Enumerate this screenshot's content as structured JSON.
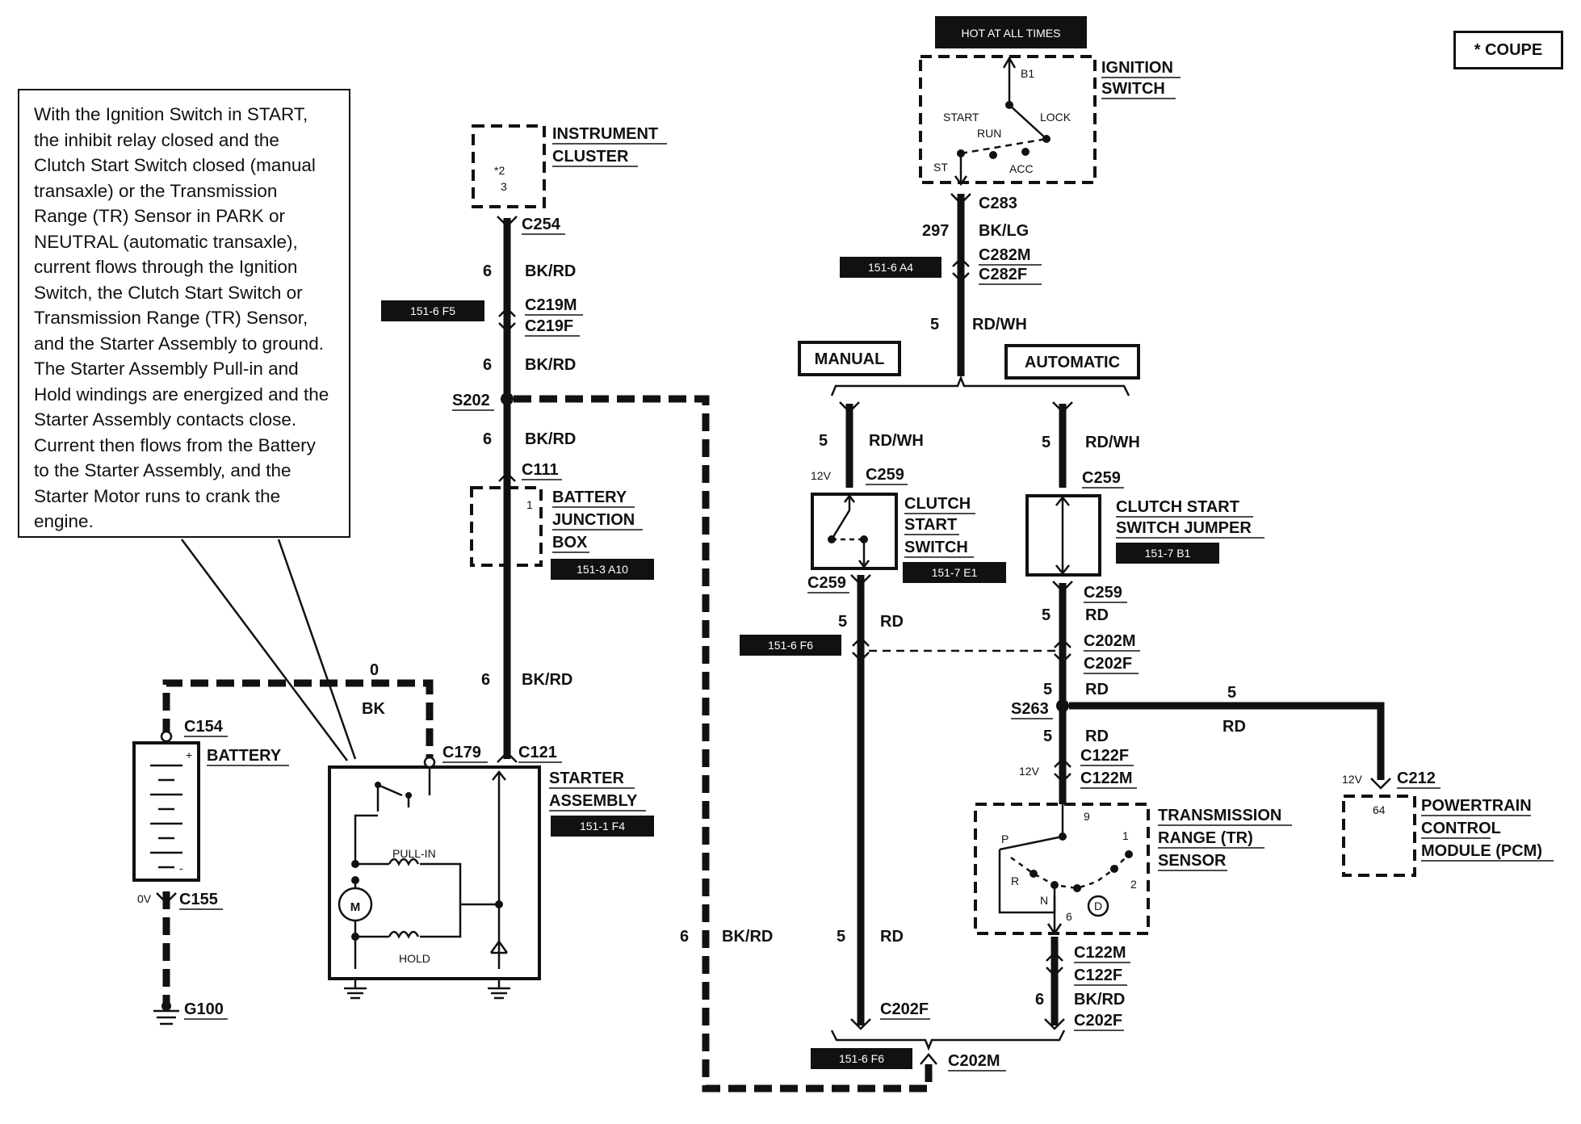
{
  "note": "With the Ignition Switch in START, the inhibit relay closed and the Clutch Start Switch closed (manual transaxle) or the Transmission Range (TR) Sensor in PARK or NEUTRAL (automatic transaxle), current flows through the Ignition Switch, the Clutch Start Switch or Transmission Range (TR) Sensor, and the Starter Assembly to ground. The Starter Assembly Pull-in and Hold windings are energized and the Starter Assembly contacts close. Current then flows from the Battery to the Starter Assembly, and the Starter Motor runs to crank the engine.",
  "coupe_tag": "* COUPE",
  "hot_at_all_times": "HOT AT ALL TIMES",
  "components": {
    "ignition_switch": {
      "line1": "IGNITION",
      "line2": "SWITCH",
      "b1": "B1",
      "start": "START",
      "run": "RUN",
      "lock": "LOCK",
      "st": "ST",
      "acc": "ACC"
    },
    "instrument_cluster": {
      "line1": "INSTRUMENT",
      "line2": "CLUSTER",
      "pin_a": "*2",
      "pin_b": "3"
    },
    "battery_junction_box": {
      "line1": "BATTERY",
      "line2": "JUNCTION",
      "line3": "BOX",
      "pin": "1",
      "ref": "151-3 A10"
    },
    "starter_assembly": {
      "line1": "STARTER",
      "line2": "ASSEMBLY",
      "ref": "151-1 F4",
      "pull_in": "PULL-IN",
      "hold": "HOLD",
      "motor": "M"
    },
    "battery": {
      "label": "BATTERY",
      "plus": "+",
      "minus": "-"
    },
    "clutch_start_switch": {
      "line1": "CLUTCH",
      "line2": "START",
      "line3": "SWITCH",
      "ref": "151-7 E1"
    },
    "clutch_start_switch_jumper": {
      "line1": "CLUTCH START",
      "line2": "SWITCH JUMPER",
      "ref": "151-7 B1"
    },
    "tr_sensor": {
      "line1": "TRANSMISSION",
      "line2": "RANGE (TR)",
      "line3": "SENSOR",
      "p": "P",
      "r": "R",
      "n": "N",
      "d": "D",
      "pin9": "9",
      "pin1": "1",
      "pin2": "2",
      "pin6": "6"
    },
    "pcm": {
      "line1": "POWERTRAIN",
      "line2": "CONTROL",
      "line3": "MODULE (PCM)",
      "pin": "64"
    }
  },
  "variants": {
    "manual": "MANUAL",
    "automatic": "AUTOMATIC"
  },
  "connectors": {
    "c283": "C283",
    "c282m": "C282M",
    "c282f": "C282F",
    "c254": "C254",
    "c219m": "C219M",
    "c219f": "C219F",
    "s202": "S202",
    "c111": "C111",
    "c259_m_top": "C259",
    "c259_m_bot": "C259",
    "c259_a_top": "C259",
    "c259_a_bot": "C259",
    "c202m_a": "C202M",
    "c202f_a": "C202F",
    "s263": "S263",
    "c122f_a": "C122F",
    "c122m_a": "C122M",
    "c122m_b": "C122M",
    "c122f_b": "C122F",
    "c202f_b": "C202F",
    "c202f_c": "C202F",
    "c202m_c": "C202M",
    "c212": "C212",
    "c154": "C154",
    "c155": "C155",
    "g100": "G100",
    "c179": "C179",
    "c121": "C121"
  },
  "wires": {
    "w297": "297",
    "bklg": "BK/LG",
    "w5_top": "5",
    "rdwh_top": "RD/WH",
    "w6_a": "6",
    "bkrd_a": "BK/RD",
    "w6_b": "6",
    "bkrd_b": "BK/RD",
    "w6_c": "6",
    "bkrd_c": "BK/RD",
    "w6_d": "6",
    "bkrd_d": "BK/RD",
    "w6_e": "6",
    "bkrd_e": "BK/RD",
    "w0": "0",
    "bk": "BK",
    "w5_m1": "5",
    "rdwh_m1": "RD/WH",
    "w5_m2": "5",
    "rd_m2": "RD",
    "w5_m3": "5",
    "rd_m3": "RD",
    "w5_a1": "5",
    "rdwh_a1": "RD/WH",
    "w5_a2": "5",
    "rd_a2": "RD",
    "w5_a3": "5",
    "rd_a3": "RD",
    "w5_a4": "5",
    "rd_a4": "RD",
    "w5_p": "5",
    "rd_p": "RD",
    "w6_f": "6",
    "bkrd_f": "BK/RD"
  },
  "voltages": {
    "v12_clutch": "12V",
    "v12_tr": "12V",
    "v12_pcm": "12V",
    "v0_batt": "0V"
  },
  "refs": {
    "a4": "151-6 A4",
    "f5": "151-6 F5",
    "f6_a": "151-6 F6",
    "f6_b": "151-6 F6"
  }
}
